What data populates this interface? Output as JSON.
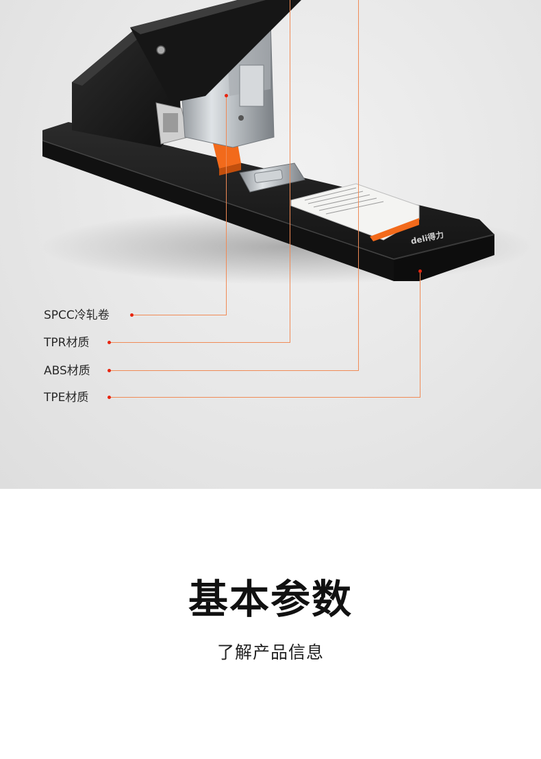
{
  "product": {
    "brand_logo": "deli",
    "callouts": [
      {
        "label": "SPCC冷轧卷"
      },
      {
        "label": "TPR材质"
      },
      {
        "label": "ABS材质"
      },
      {
        "label": "TPE材质"
      }
    ],
    "colors": {
      "background": "#e8e8e8",
      "leader_line": "#f08a55",
      "dot": "#e8250f",
      "stapler_body": "#1b1b1b",
      "accent_orange": "#f26a1b"
    }
  },
  "params": {
    "title": "基本参数",
    "subtitle": "了解产品信息"
  }
}
